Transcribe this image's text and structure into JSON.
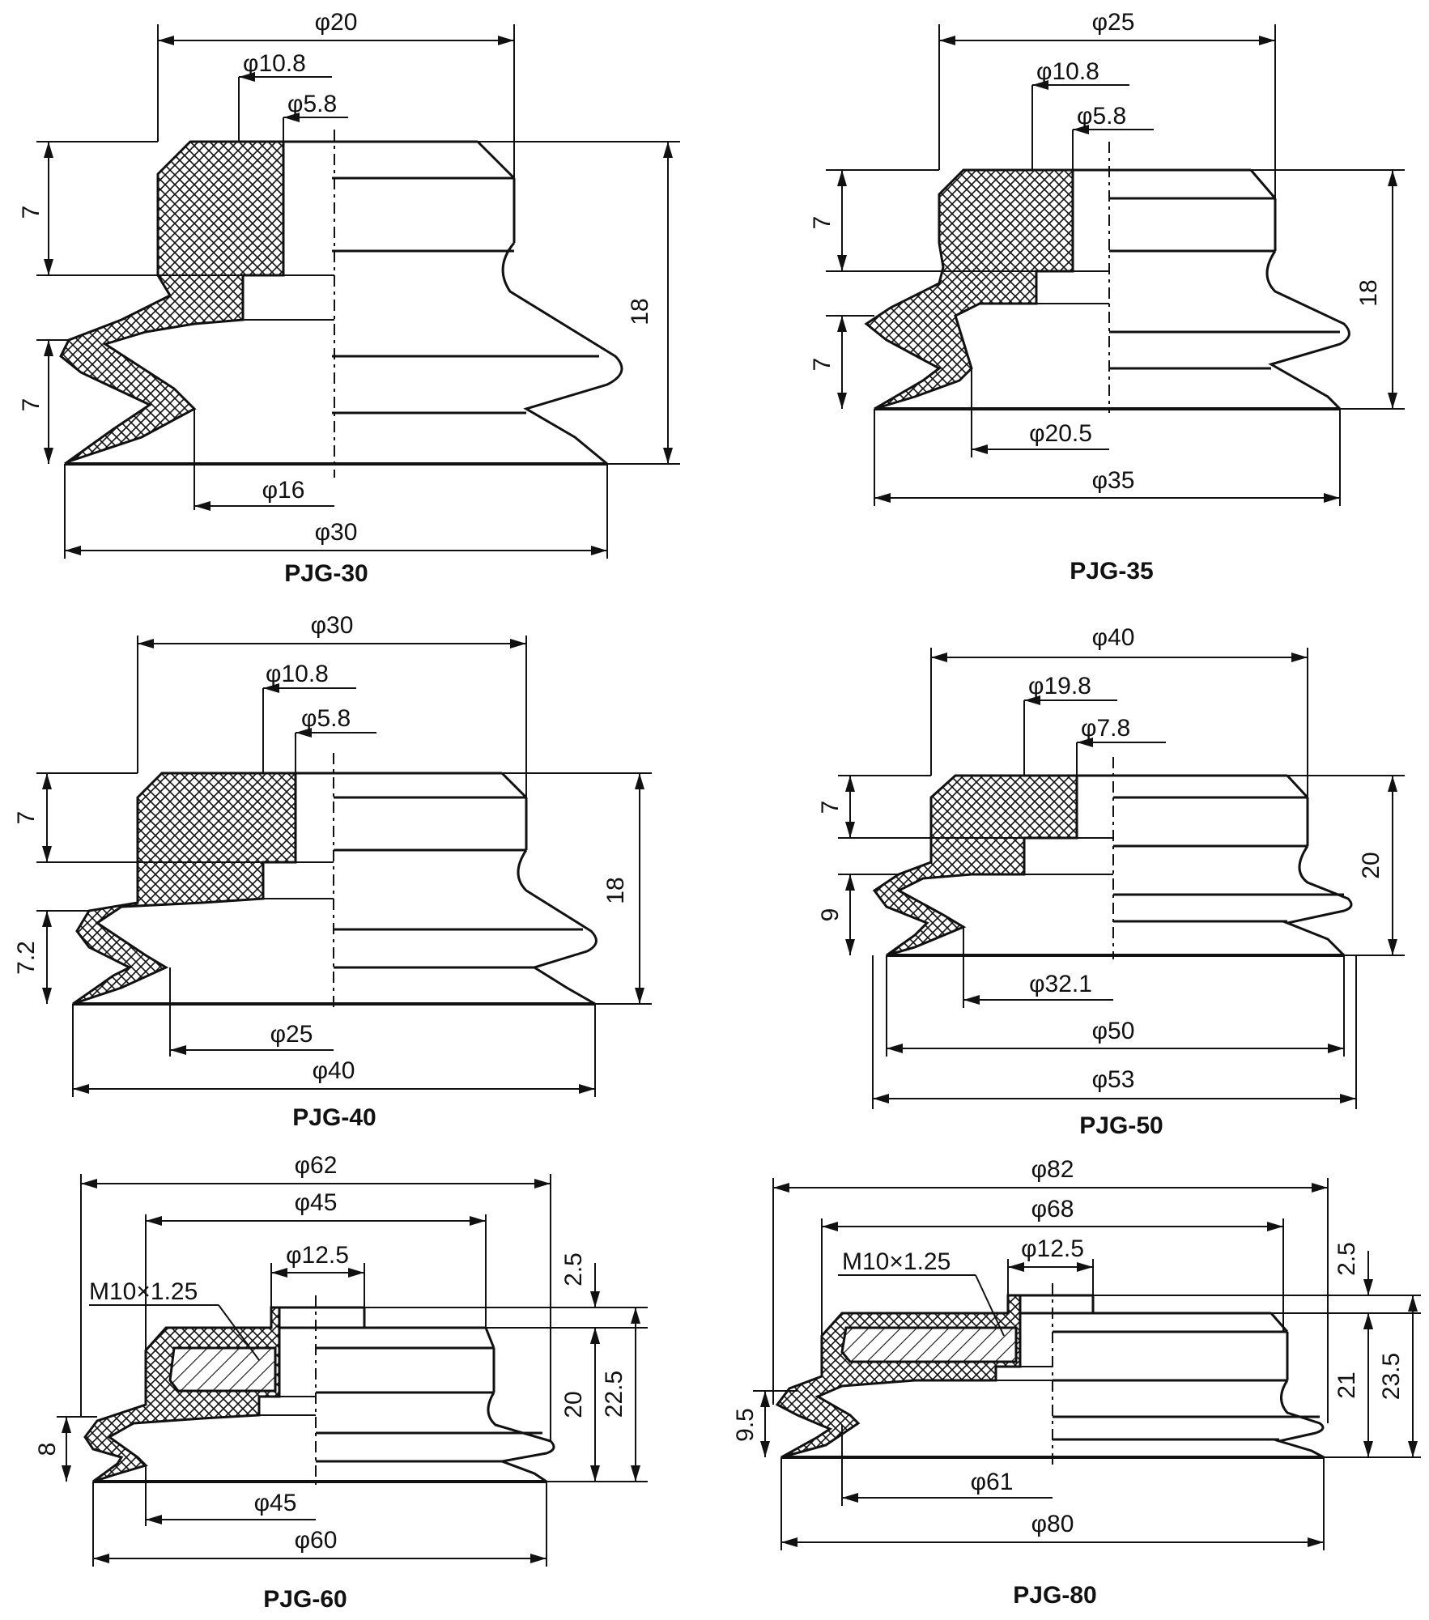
{
  "drawings": [
    {
      "caption": "PJG-30",
      "top_dims": [
        "φ20",
        "φ10.8",
        "φ5.8"
      ],
      "bottom_dims": [
        "φ16",
        "φ30"
      ],
      "left_dims": [
        "7",
        "7"
      ],
      "right_dims": [
        "18"
      ]
    },
    {
      "caption": "PJG-35",
      "top_dims": [
        "φ25",
        "φ10.8",
        "φ5.8"
      ],
      "bottom_dims": [
        "φ20.5",
        "φ35"
      ],
      "left_dims": [
        "7",
        "7"
      ],
      "right_dims": [
        "18"
      ]
    },
    {
      "caption": "PJG-40",
      "top_dims": [
        "φ30",
        "φ10.8",
        "φ5.8"
      ],
      "bottom_dims": [
        "φ25",
        "φ40"
      ],
      "left_dims": [
        "7",
        "7.2"
      ],
      "right_dims": [
        "18"
      ]
    },
    {
      "caption": "PJG-50",
      "top_dims": [
        "φ40",
        "φ19.8",
        "φ7.8"
      ],
      "bottom_dims": [
        "φ32.1",
        "φ50",
        "φ53"
      ],
      "left_dims": [
        "7",
        "9"
      ],
      "right_dims": [
        "20"
      ]
    },
    {
      "caption": "PJG-60",
      "top_dims": [
        "φ62",
        "φ45",
        "φ12.5"
      ],
      "thread": "M10×1.25",
      "bottom_dims": [
        "φ45",
        "φ60"
      ],
      "left_dims": [
        "8"
      ],
      "right_dims": [
        "2.5",
        "20",
        "22.5"
      ]
    },
    {
      "caption": "PJG-80",
      "top_dims": [
        "φ82",
        "φ68",
        "φ12.5"
      ],
      "thread": "M10×1.25",
      "bottom_dims": [
        "φ61",
        "φ80"
      ],
      "left_dims": [
        "9.5"
      ],
      "right_dims": [
        "2.5",
        "21",
        "23.5"
      ]
    }
  ]
}
